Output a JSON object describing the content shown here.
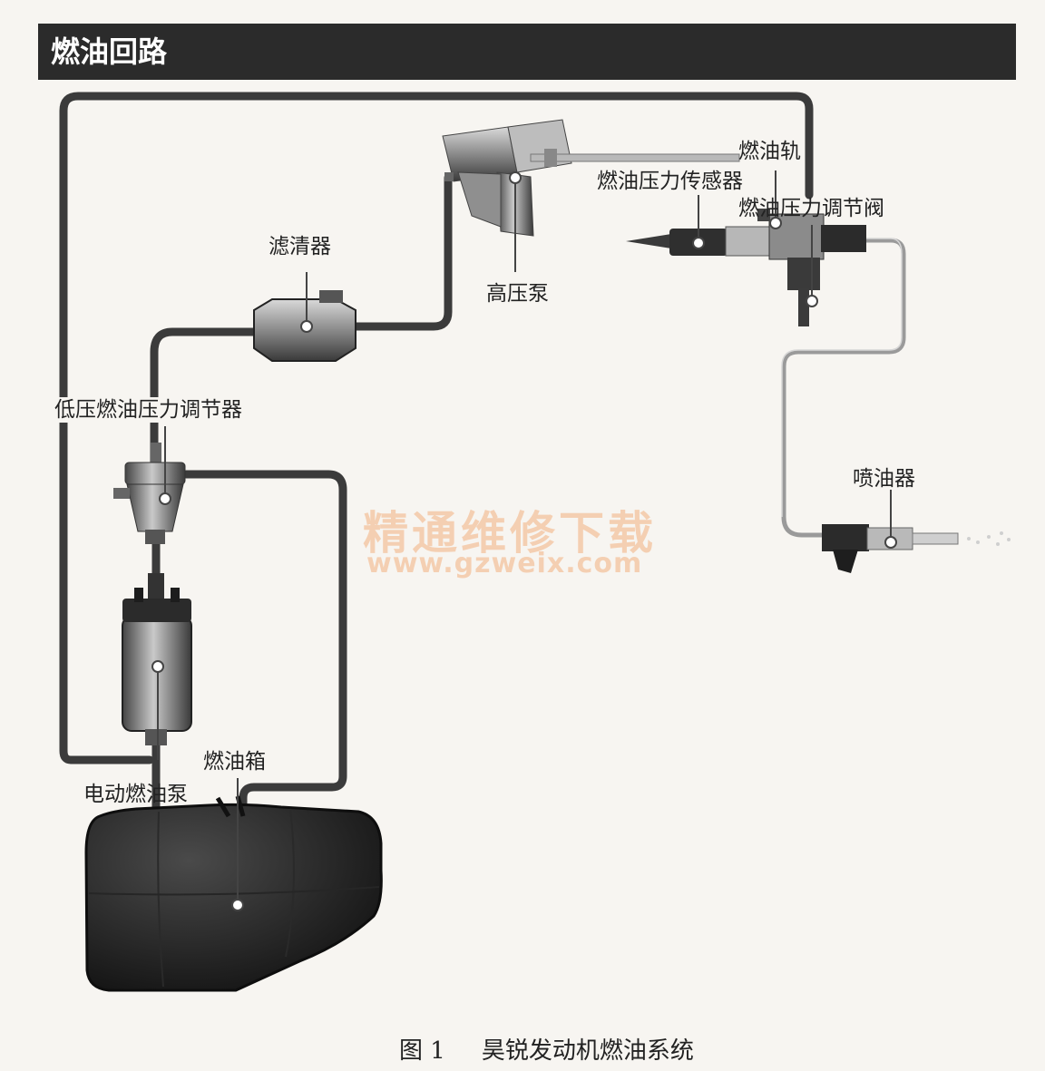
{
  "header": {
    "title": "燃油回路"
  },
  "labels": {
    "filter": "滤清器",
    "high_pressure_pump": "高压泵",
    "fuel_rail": "燃油轨",
    "fuel_pressure_sensor": "燃油压力传感器",
    "fuel_pressure_regulator_valve": "燃油压力调节阀",
    "low_pressure_regulator": "低压燃油压力调节器",
    "injector": "喷油器",
    "fuel_tank": "燃油箱",
    "electric_fuel_pump": "电动燃油泵"
  },
  "watermark": {
    "chinese": "精通维修下载",
    "url": "www.gzweix.com"
  },
  "caption": {
    "figure_number": "图 1",
    "text": "昊锐发动机燃油系统"
  }
}
